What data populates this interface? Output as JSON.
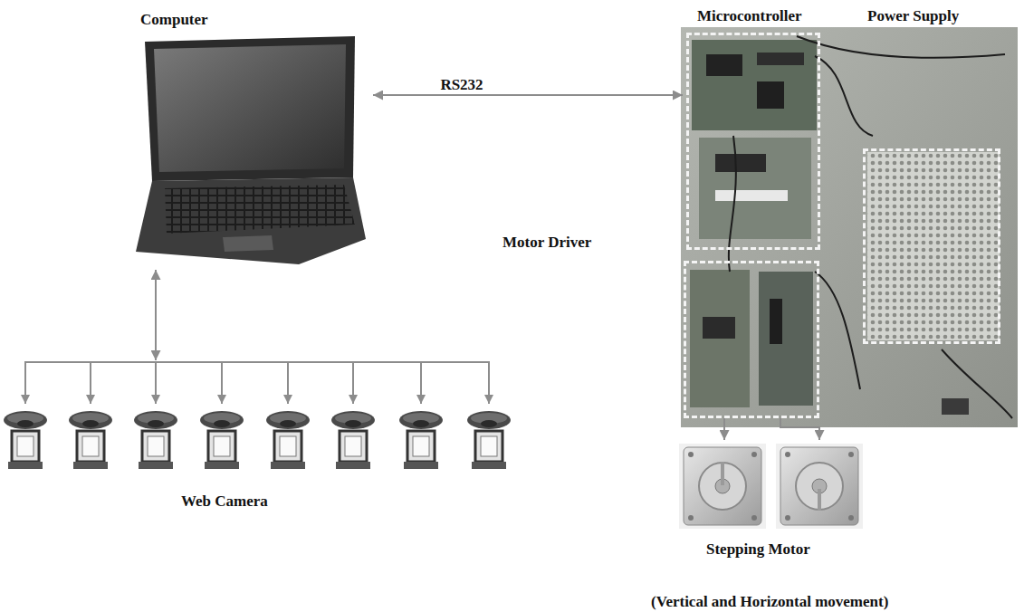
{
  "diagram": {
    "nodes": [
      {
        "text": [
          "Computer"
        ]
      },
      {
        "text": [
          "Microcontroller"
        ]
      },
      {
        "text": [
          "Power Supply"
        ]
      },
      {
        "text": [
          "Motor Driver"
        ]
      },
      {
        "text": [
          "Web Camera"
        ]
      },
      {
        "text": [
          "Stepping Motor",
          "(Vertical and Horizontal movement)"
        ]
      }
    ],
    "edges": [
      {
        "from": 0,
        "to": 1,
        "label": "RS232",
        "arrow": "both"
      },
      {
        "from": 0,
        "to": 4,
        "arrow": "both"
      },
      {
        "from": 3,
        "to": 5,
        "arrow": "to"
      },
      {
        "from": 3,
        "to": 5,
        "arrow": "to"
      }
    ]
  }
}
